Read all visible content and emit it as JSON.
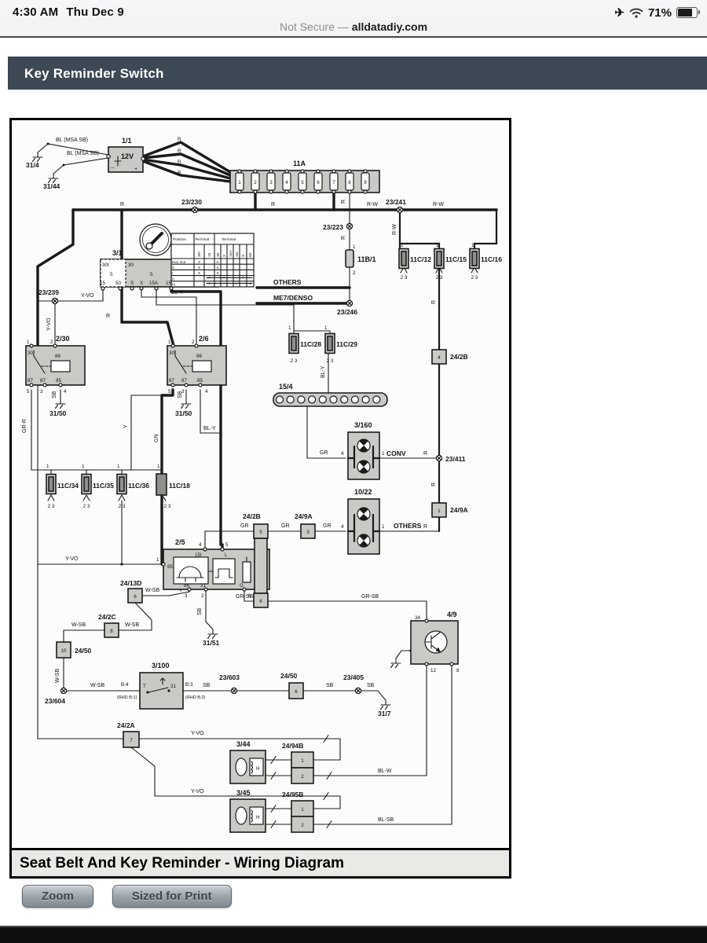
{
  "status_bar": {
    "time": "4:30 AM",
    "date": "Thu Dec 9",
    "battery_percent": "71%"
  },
  "url_bar": {
    "security_label": "Not Secure —",
    "domain": "alldatadiy.com"
  },
  "page_header": {
    "title": "Key Reminder Switch"
  },
  "toolbar": {
    "zoom": "Zoom",
    "sized_for_print": "Sized for Print"
  },
  "caption": {
    "title": "Seat Belt And Key Reminder - Wiring Diagram"
  },
  "colors": {
    "header_bg": "#3d4954",
    "diagram_bg": "#fcfcfa",
    "caption_bg": "#e9e9e6",
    "status_bg": "#f5f5f7",
    "bottom_bar": "#0e0e10",
    "button_face": "#9aa2a9"
  },
  "d": {
    "comp": {
      "battery": "1/1",
      "voltage": "12V",
      "fusebox": "11A",
      "ignition": "3/1",
      "relay_a": "2/30",
      "relay_b": "2/6",
      "buzzer": "2/5",
      "belt_switch": "3/100",
      "module": "4/9",
      "chime_a": "3/44",
      "chime_b": "3/45",
      "lamp_conv": "3/160",
      "lamp_others": "10/22",
      "strip": "15/4",
      "conv": "CONV",
      "others": "OTHERS",
      "me7": "ME7/DENSO"
    },
    "conn": {
      "c11b1": "11B/1",
      "c12": "11C/12",
      "c15": "11C/15",
      "c16": "11C/16",
      "c28": "11C/28",
      "c29": "11C/29",
      "c34": "11C/34",
      "c35": "11C/35",
      "c36": "11C/36",
      "c18": "11C/18",
      "c242b": "24/2B",
      "c249a": "24/9A",
      "c2413d": "24/13D",
      "c242c": "24/2C",
      "c2450": "24/50",
      "c242a": "24/2A",
      "c2494b": "24/94B",
      "c2495b": "24/95B"
    },
    "splice": {
      "s230": "23/230",
      "s239": "23/239",
      "s241": "23/241",
      "s223": "23/223",
      "s246": "23/246",
      "s411": "23/411",
      "s604": "23/604",
      "s603": "23/603",
      "s405": "23/405"
    },
    "gnd": {
      "g31_4": "31/4",
      "g31_44": "31/44",
      "g31_50": "31/50",
      "g31_51": "31/51",
      "g31_7": "31/7"
    },
    "wire": {
      "r": "R",
      "rw": "R-W",
      "yvo": "Y-VO",
      "bly": "BL-Y",
      "blmsa": "BL (MSA SB)",
      "sb": "SB",
      "wsb": "W-SB",
      "gr": "GR",
      "grr": "GR-R",
      "grsb": "GR-SB",
      "blw": "BL-W",
      "blsb": "BL-SB",
      "gn": "GN",
      "y": "Y"
    },
    "pin": {
      "p1": "1",
      "p2": "2",
      "p3": "3",
      "p4": "4",
      "p5": "5",
      "p6": "6",
      "p7": "7",
      "p8": "8",
      "p9": "9",
      "p10": "10",
      "p12": "12",
      "p23": "2 3",
      "p30": "30",
      "p30i": "30I",
      "p31": "31",
      "p34": "34",
      "p50": "50",
      "p85": "85",
      "p86": "86",
      "p87": "87",
      "p15": "15",
      "p15a": "15A",
      "p15i": "15I",
      "ps": "S",
      "px": "X",
      "pt": "T",
      "pg": "G",
      "pl": "L",
      "pb3": "B:3",
      "pb4": "B:4",
      "plus": "+",
      "minus": "−"
    },
    "misc": {
      "rhd1": "(RHD B:1)",
      "rhd2": "(RHD B:2)"
    },
    "table": {
      "position": "Position",
      "terminal": "Terminal",
      "rows": [
        "Key Out",
        "0",
        "I",
        "II",
        "III"
      ],
      "cols_a": [
        "30I",
        "15"
      ],
      "cols_b": [
        "30",
        "X",
        "15A",
        "15I",
        "S",
        "50"
      ],
      "mark": "X"
    }
  }
}
